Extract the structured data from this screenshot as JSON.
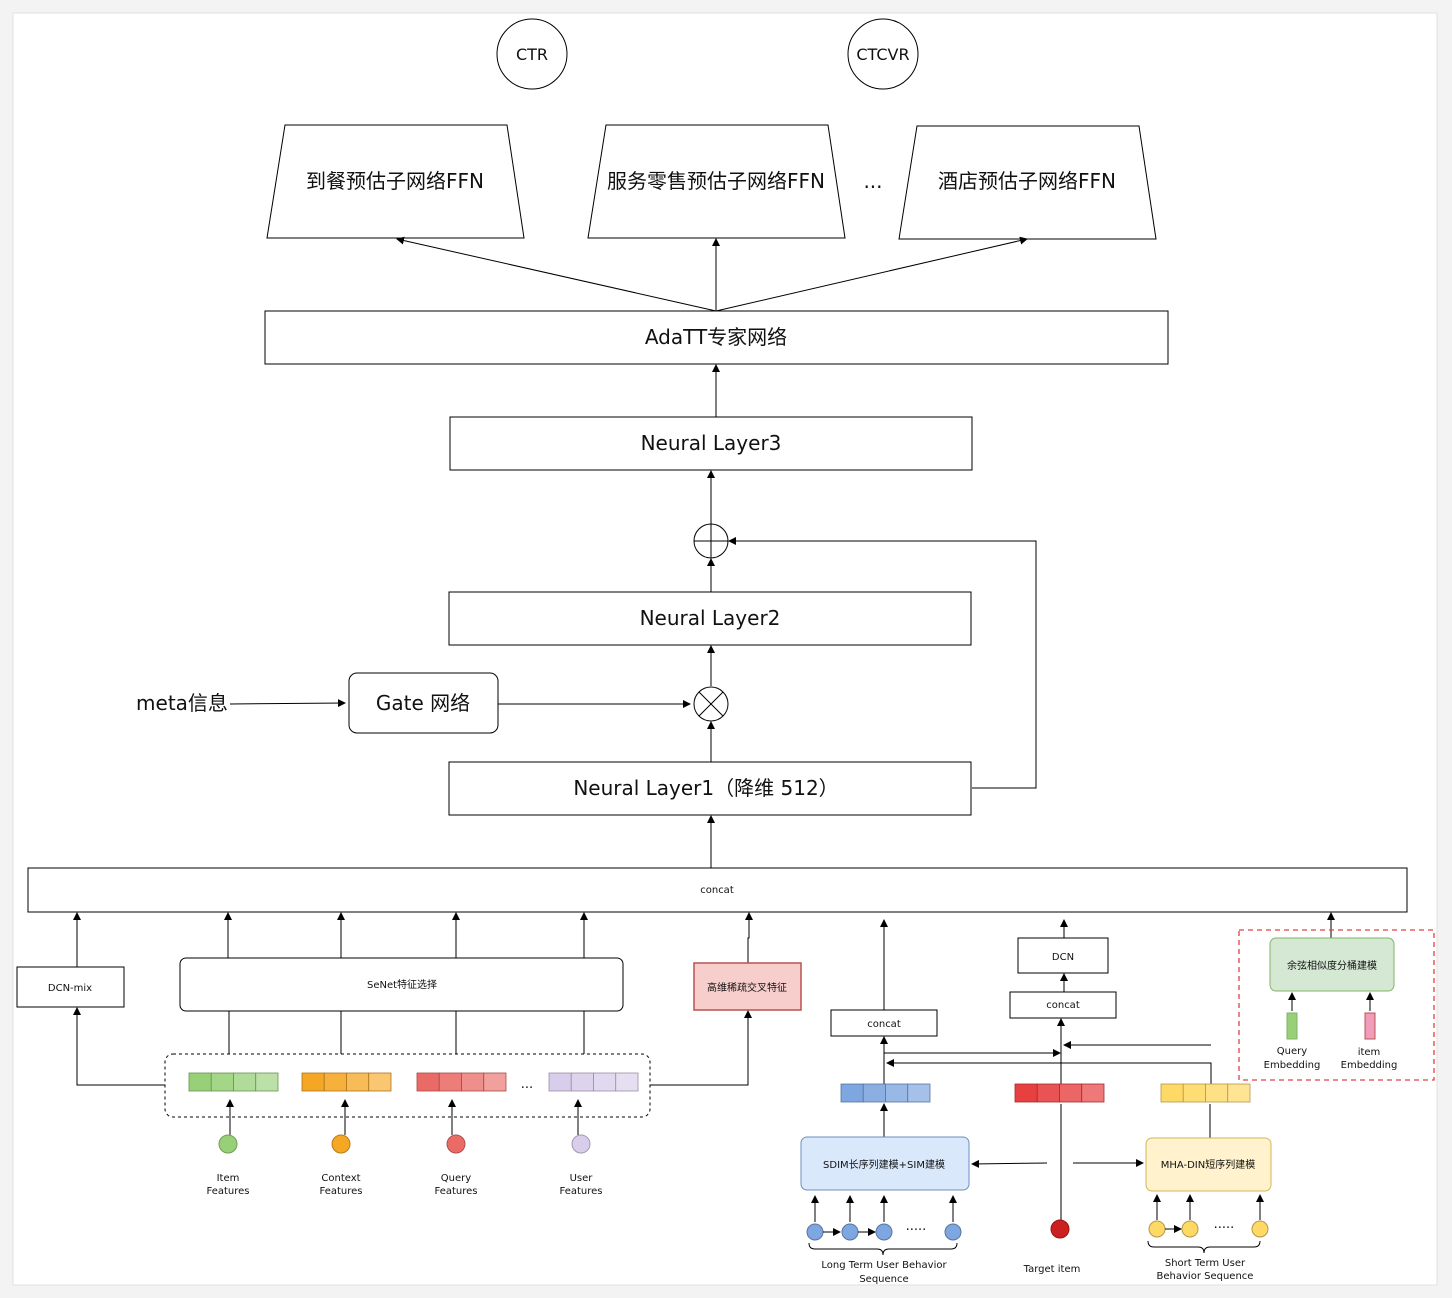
{
  "outputs": {
    "ctr": "CTR",
    "ctcvr": "CTCVR"
  },
  "towers": {
    "dining": "到餐预估子网络FFN",
    "retail": "服务零售预估子网络FFN",
    "ellipsis": "...",
    "hotel": "酒店预估子网络FFN"
  },
  "adatt": "AdaTT专家网络",
  "layer3": "Neural Layer3",
  "layer2": "Neural Layer2",
  "layer1": "Neural Layer1（降维 512）",
  "gate": "Gate 网络",
  "meta": "meta信息",
  "concat_main": "concat",
  "dcn_mix": "DCN-mix",
  "senet": "SeNet特征选择",
  "sparse_cross": "高维稀疏交叉特征",
  "features": {
    "ellipsis": "...",
    "items": [
      {
        "line1": "Item",
        "line2": "Features"
      },
      {
        "line1": "Context",
        "line2": "Features"
      },
      {
        "line1": "Query",
        "line2": "Features"
      },
      {
        "line1": "User",
        "line2": "Features"
      }
    ]
  },
  "sequence": {
    "concat_left": "concat",
    "concat_right": "concat",
    "dcn": "DCN",
    "sdim": "SDIM长序列建模+SIM建模",
    "mha": "MHA-DIN短序列建模",
    "target": "Target item",
    "long_line1": "Long Term User Behavior",
    "long_line2": "Sequence",
    "short_line1": "Short Term User",
    "short_line2": "Behavior Sequence",
    "dots": "·····"
  },
  "cosine": {
    "title": "余弦相似度分桶建模",
    "query_line1": "Query",
    "query_line2": "Embedding",
    "item_line1": "item",
    "item_line2": "Embedding"
  },
  "colors": {
    "green": "#97d077",
    "orange": "#f5a623",
    "red": "#ea6b66",
    "purple": "#d8cdea",
    "blue": "#7ea6e0",
    "seqred": "#e84040",
    "yellow": "#ffd966",
    "pink": "#f19cbb",
    "sparse_fill": "#f8cecc",
    "sparse_stroke": "#b85450",
    "dash_red": "#e34040"
  }
}
